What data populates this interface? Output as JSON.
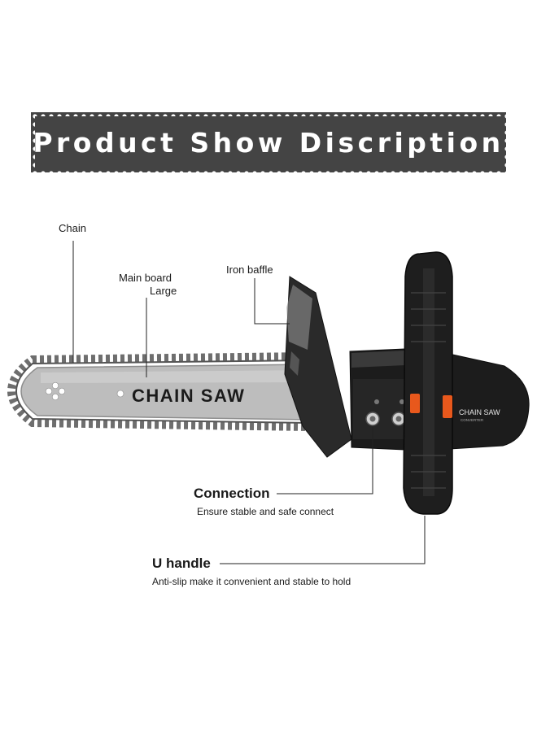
{
  "banner": {
    "title": "Product Show Discription"
  },
  "parts": {
    "chain": "Chain",
    "main_board_line1": "Main board",
    "main_board_line2": "Large",
    "iron_baffle": "Iron baffle",
    "bar_print": "CHAIN SAW",
    "body_print": "CHAIN SAW",
    "body_sub_print": "CONVERTER",
    "connection_title": "Connection",
    "connection_desc": "Ensure stable and safe connect",
    "u_handle_title": "U handle",
    "u_handle_desc": "Anti-slip make it convenient and stable to hold"
  },
  "colors": {
    "banner_bg": "#444444",
    "banner_text": "#ffffff",
    "bar_silver": "#b9b9b9",
    "body_black": "#1c1c1c",
    "accent_orange": "#e8581c"
  }
}
